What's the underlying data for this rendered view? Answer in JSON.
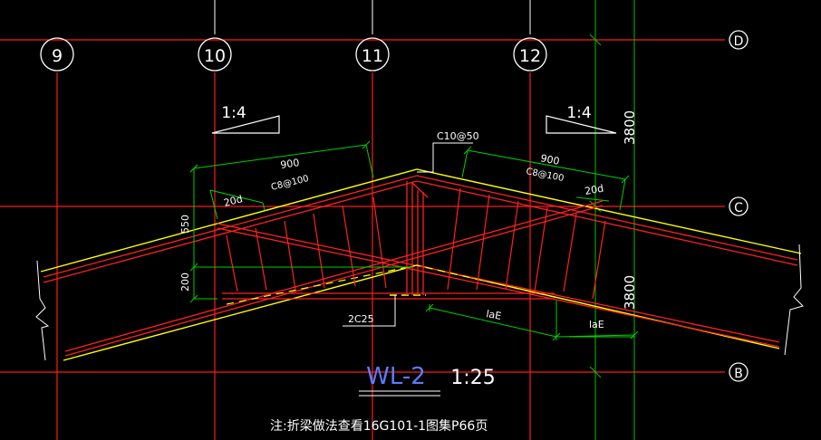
{
  "grid_axes": {
    "columns": [
      "9",
      "10",
      "11",
      "12"
    ],
    "rows": [
      "D",
      "C",
      "B"
    ]
  },
  "slope_left": "1:4",
  "slope_right": "1:4",
  "dims": {
    "left_span": "900",
    "right_span": "900",
    "left_anchor": "20d",
    "right_anchor": "20d",
    "height_550": "550",
    "height_200": "200",
    "elev_upper": "3800",
    "elev_lower": "3800",
    "lae_left": "laE",
    "lae_right": "laE"
  },
  "rebar": {
    "left_stirrup": "C8@100",
    "right_stirrup": "C8@100",
    "ridge_stirrup": "C10@50",
    "bottom_bar": "2C25"
  },
  "title": {
    "name": "WL-2",
    "scale": "1:25"
  },
  "note": "注:折梁做法查看16G101-1图集P66页",
  "colors": {
    "background": "#000000",
    "grid_red": "#ff1a1a",
    "green": "#00d000",
    "yellow": "#ffff00",
    "white": "#ffffff",
    "blue": "#5a7cff"
  }
}
